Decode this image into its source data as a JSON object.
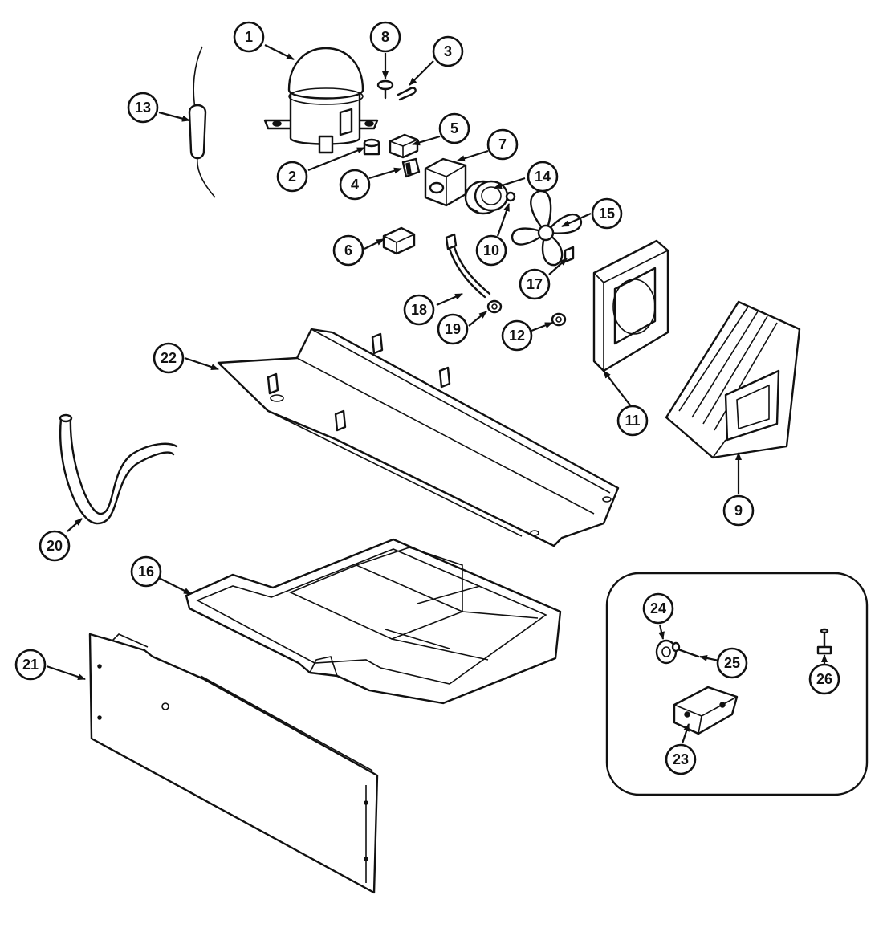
{
  "callouts": {
    "c1": "1",
    "c2": "2",
    "c3": "3",
    "c4": "4",
    "c5": "5",
    "c6": "6",
    "c7": "7",
    "c8": "8",
    "c9": "9",
    "c10": "10",
    "c11": "11",
    "c12": "12",
    "c13": "13",
    "c14": "14",
    "c15": "15",
    "c16": "16",
    "c17": "17",
    "c18": "18",
    "c19": "19",
    "c20": "20",
    "c21": "21",
    "c22": "22",
    "c23": "23",
    "c24": "24",
    "c25": "25",
    "c26": "26"
  }
}
